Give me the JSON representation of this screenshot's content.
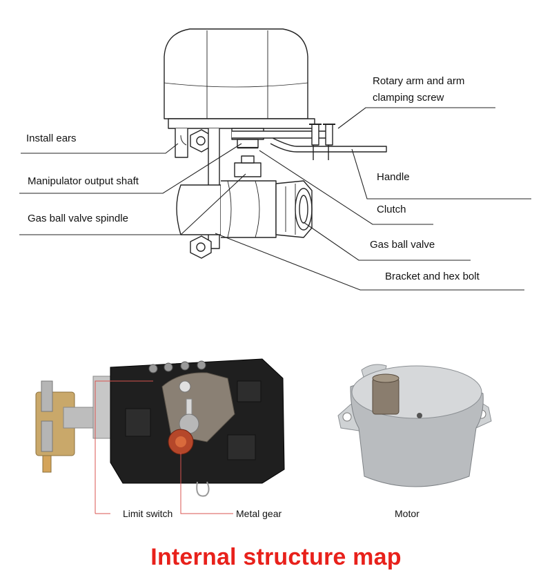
{
  "labels": {
    "rotary_arm": "Rotary arm and arm\nclamping screw",
    "install_ears": "Install ears",
    "handle": "Handle",
    "manipulator_output_shaft": "Manipulator output shaft",
    "clutch": "Clutch",
    "gas_ball_valve_spindle": "Gas ball valve spindle",
    "gas_ball_valve": "Gas ball valve",
    "bracket_hex_bolt": "Bracket and hex bolt",
    "limit_switch": "Limit switch",
    "metal_gear": "Metal gear",
    "motor": "Motor"
  },
  "title": "Internal structure map",
  "colors": {
    "title": "#e8211b",
    "leader_line": "#222222",
    "photo_leader_line": "#d9534f"
  }
}
